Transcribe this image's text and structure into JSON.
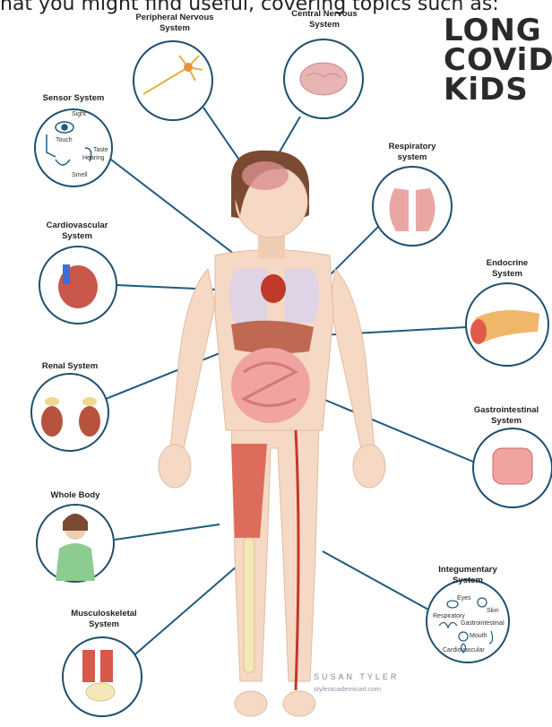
{
  "header": {
    "text": "hat you might find useful, covering topics such as:"
  },
  "logo": {
    "line1": "LONG",
    "line2": "COViD",
    "line3": "KiDS"
  },
  "labels": {
    "peripheral": [
      "Peripheral Nervous",
      "System"
    ],
    "central": [
      "Central Nervous",
      "System"
    ],
    "sensor": "Sensor System",
    "respiratory": [
      "Respiratory",
      "system"
    ],
    "cardio": [
      "Cardiovascular",
      "System"
    ],
    "endocrine": [
      "Endocrine",
      "System"
    ],
    "renal": "Renal System",
    "gastro": [
      "Gastrointestinal",
      "System"
    ],
    "whole": "Whole Body",
    "integumentary": [
      "Integumentary",
      "System"
    ],
    "musculo": [
      "Musculoskeletal",
      "System"
    ]
  },
  "sensor_items": [
    "Sight",
    "Touch",
    "Taste",
    "Hearing",
    "Smell"
  ],
  "integ_items": [
    "Eyes",
    "Skin",
    "Respiratory",
    "Gastrointestinal",
    "Mouth",
    "Cardiovascular"
  ],
  "credit": {
    "name": "SUSAN TYLER",
    "site": "styleracademicart.com"
  },
  "colors": {
    "line": "#1f5b7e",
    "circle": "#1f4f6e",
    "skin": "#f5d9c4",
    "muscle": "#d8584a"
  }
}
